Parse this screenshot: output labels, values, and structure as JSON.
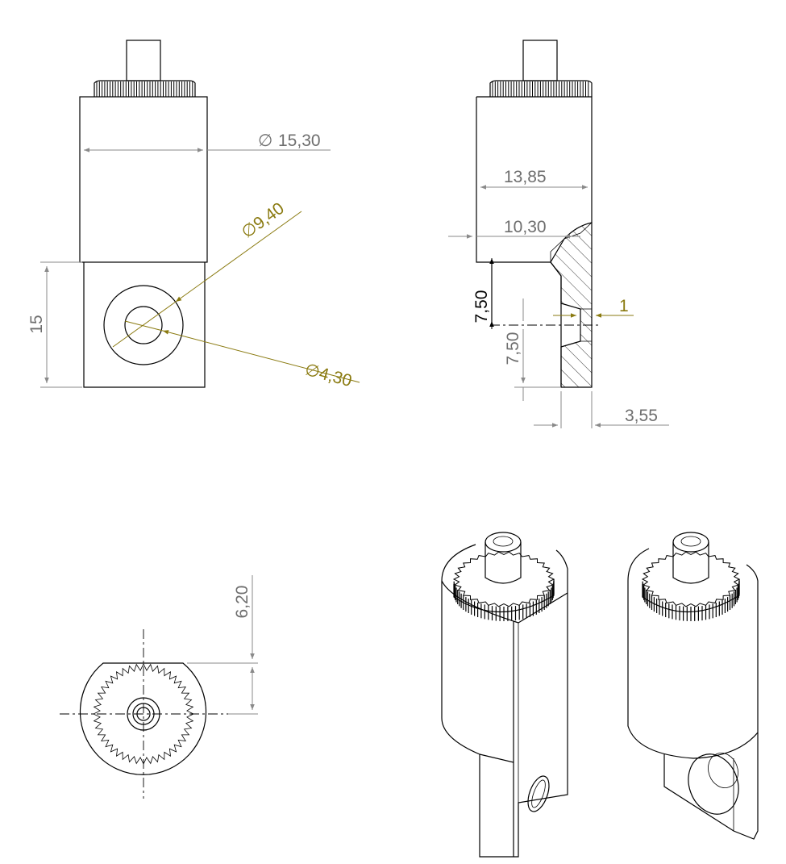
{
  "front_view": {
    "diameter_outer": "15,30",
    "diameter_counterbore": "9,40",
    "diameter_hole": "4,30",
    "height": "15"
  },
  "side_view": {
    "width_total": "13,85",
    "width_cut": "10,30",
    "offset_upper": "7,50",
    "offset_lower": "7,50",
    "recess_depth": "1",
    "wall_thickness": "3,55"
  },
  "top_view": {
    "flat_offset": "6,20"
  },
  "symbols": {
    "diameter": "∅"
  },
  "colors": {
    "part": "#000000",
    "dimension": "#8a8a8a",
    "leader": "#8a7a10"
  }
}
